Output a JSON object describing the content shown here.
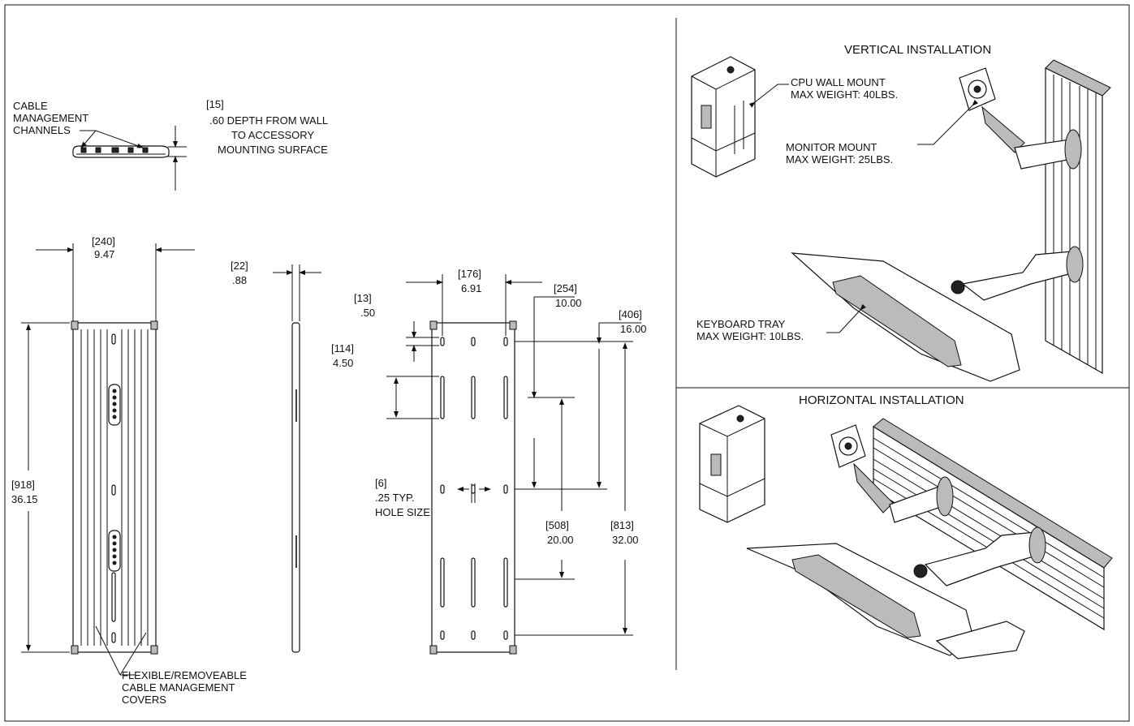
{
  "labels": {
    "cable_channels": [
      "CABLE",
      "MANAGEMENT",
      "CHANNELS"
    ],
    "depth_mm": "[15]",
    "depth_note": [
      ".60  DEPTH FROM WALL",
      "TO ACCESSORY",
      "MOUNTING SURFACE"
    ],
    "width_mm": "[240]",
    "width_in": "9.47",
    "height_mm": "[918]",
    "height_in": "36.15",
    "side_mm": "[22]",
    "side_in": ".88",
    "covers_note": [
      "FLEXIBLE/REMOVEABLE",
      "CABLE MANAGEMENT",
      "COVERS"
    ],
    "hole_spacing_mm": "[176]",
    "hole_spacing_in": "6.91",
    "top_off_mm": "[13]",
    "top_off_in": ".50",
    "slot_mm": "[114]",
    "slot_in": "4.50",
    "d254_mm": "[254]",
    "d254_in": "10.00",
    "d406_mm": "[406]",
    "d406_in": "16.00",
    "hole_mm": "[6]",
    "hole_note": [
      ".25  TYP.",
      "HOLE SIZE"
    ],
    "d508_mm": "[508]",
    "d508_in": "20.00",
    "d813_mm": "[813]",
    "d813_in": "32.00"
  },
  "vertical": {
    "title": "VERTICAL INSTALLATION",
    "cpu": [
      "CPU WALL MOUNT",
      "MAX WEIGHT: 40LBS."
    ],
    "monitor": [
      "MONITOR MOUNT",
      "MAX WEIGHT: 25LBS."
    ],
    "keyboard": [
      "KEYBOARD TRAY",
      "MAX WEIGHT: 10LBS."
    ]
  },
  "horizontal": {
    "title": "HORIZONTAL INSTALLATION"
  }
}
